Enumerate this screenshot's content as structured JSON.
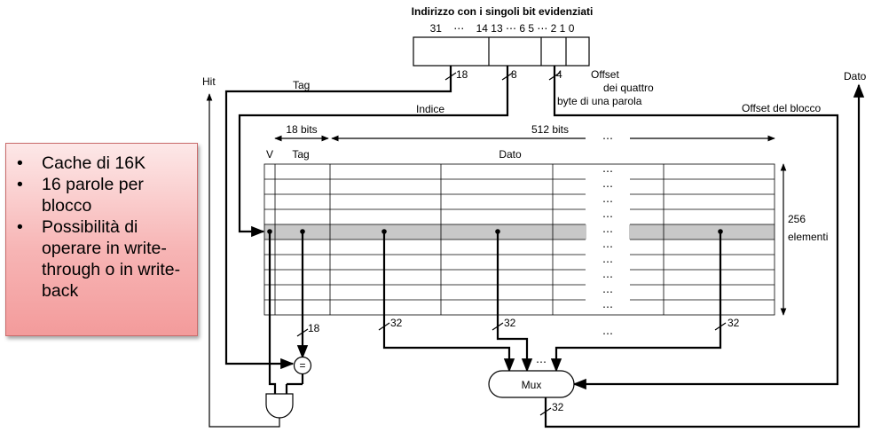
{
  "address": {
    "title": "Indirizzo con i singoli bit evidenziati",
    "bits_label": "31    ⋯    14 13 ⋯ 6 5 ⋯ 2 1 0",
    "width_tag": "18",
    "width_index": "8",
    "width_offset": "4",
    "offset_line1": "Offset",
    "offset_line2": "dei quattro",
    "offset_line3": "byte di una parola"
  },
  "signals": {
    "hit": "Hit",
    "tag": "Tag",
    "index": "Indice",
    "block_offset": "Offset del blocco",
    "data_out": "Dato"
  },
  "cache": {
    "bits_18": "18 bits",
    "bits_512": "512 bits",
    "col_v": "V",
    "col_tag": "Tag",
    "col_data": "Dato",
    "entries_num": "256",
    "entries_word": "elementi",
    "ellipsis": "⋯"
  },
  "widths": {
    "tag_bus": "18",
    "word_bus_1": "32",
    "word_bus_2": "32",
    "word_bus_3": "32",
    "mux_out": "32"
  },
  "units": {
    "comparator": "=",
    "mux": "Mux"
  },
  "notes": {
    "items": [
      "Cache di 16K",
      "16 parole per blocco",
      "Possibilità di operare in write-through o in write-back"
    ]
  }
}
